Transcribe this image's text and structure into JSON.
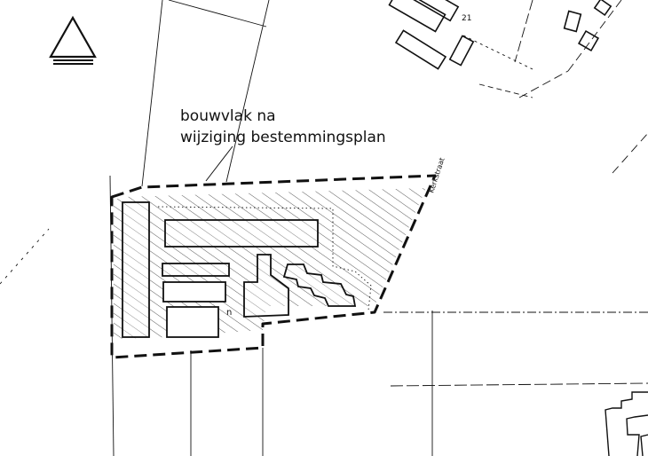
{
  "annotation": {
    "line1": "bouwvlak na",
    "line2": "wijziging bestemmingsplan"
  },
  "house_numbers": {
    "top_center": "21",
    "plot_small": "n"
  },
  "street_label": "Kerkstraat",
  "icons": {
    "north": "north-arrow-triangle-icon"
  },
  "colors": {
    "ink": "#111111",
    "background": "#ffffff"
  }
}
